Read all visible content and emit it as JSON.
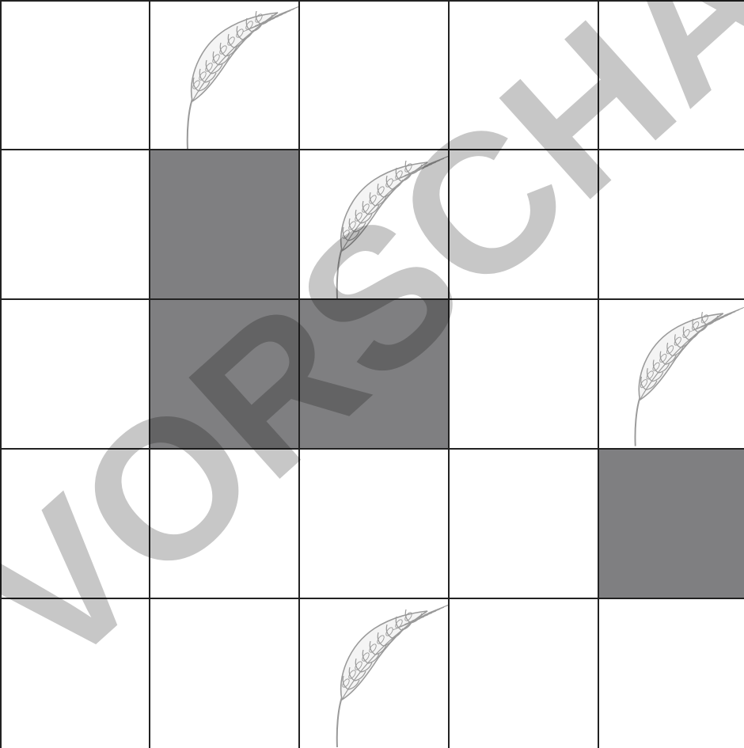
{
  "board": {
    "rows": 5,
    "cols": 5,
    "colors": {
      "dark_cell": "#7f7f81",
      "light_cell": "#ffffff",
      "grid_line": "#222222",
      "wheat": "#9a9a9a"
    },
    "cells": [
      [
        "empty",
        "wheat",
        "empty",
        "empty",
        "empty"
      ],
      [
        "empty",
        "dark",
        "wheat",
        "empty",
        "empty"
      ],
      [
        "empty",
        "dark",
        "dark",
        "empty",
        "wheat"
      ],
      [
        "empty",
        "empty",
        "empty",
        "empty",
        "dark"
      ],
      [
        "empty",
        "empty",
        "wheat",
        "empty",
        "empty"
      ]
    ],
    "icon": "wheat-ear-icon"
  },
  "watermark": {
    "text": "VORSCHAU",
    "color": "#000000",
    "opacity": 0.22
  }
}
